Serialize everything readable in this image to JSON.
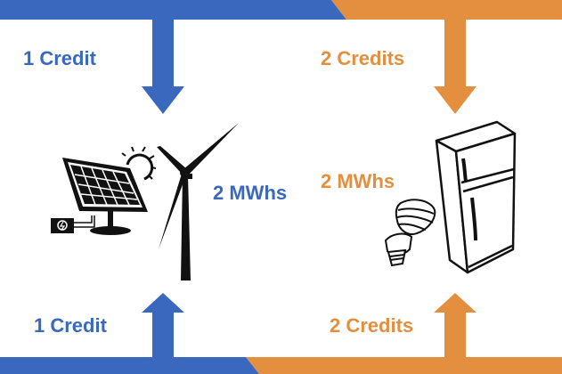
{
  "colors": {
    "producer": "#3a68be",
    "consumer": "#e38f3f"
  },
  "producer": {
    "credit_in_label": "1 Credit",
    "credit_out_label": "1 Credit",
    "energy_label": "2 MWhs",
    "icons": [
      "solar-panel-icon",
      "wind-turbine-icon"
    ]
  },
  "consumer": {
    "credit_in_label": "2 Credits",
    "credit_out_label": "2 Credits",
    "energy_label": "2 MWhs",
    "icons": [
      "light-bulb-icon",
      "refrigerator-icon"
    ]
  }
}
